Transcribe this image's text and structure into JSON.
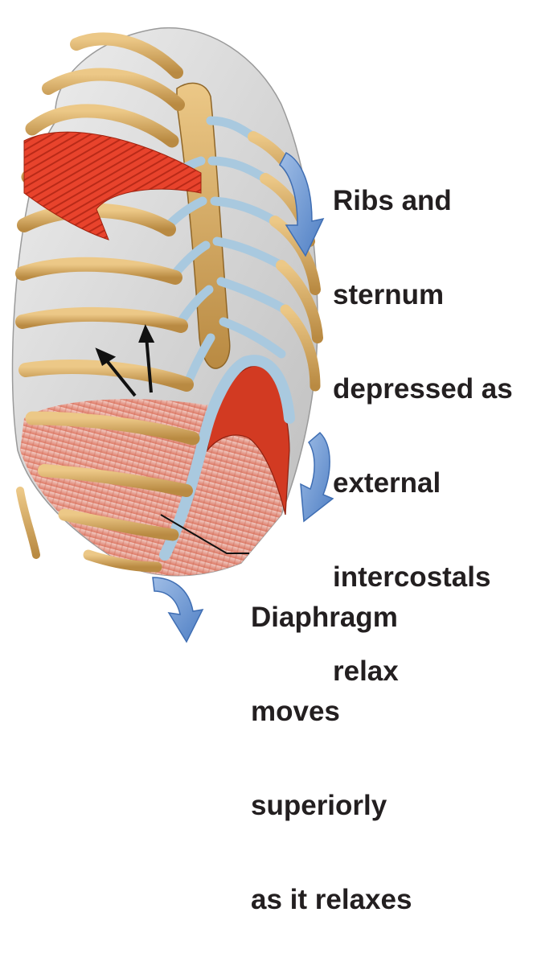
{
  "annotations": {
    "ribs_label_lines": [
      "Ribs and",
      "sternum",
      "depressed as",
      "external",
      "intercostals",
      "relax"
    ],
    "diaphragm_label_lines": [
      "Diaphragm",
      "moves",
      "superiorly",
      "as it relaxes"
    ]
  },
  "colors": {
    "bone": "#d9b06a",
    "bone_dark": "#a87a34",
    "cartilage": "#a9c9df",
    "lung_gray": "#d6d6d6",
    "muscle_red": "#e8432c",
    "diaphragm_red": "#d4402b",
    "arrow_blue": "#6e97d3",
    "text": "#231f20"
  },
  "icons": {
    "motion_arrows": "curved-down-arrow",
    "intercostal_arrows": "straight-arrow"
  }
}
